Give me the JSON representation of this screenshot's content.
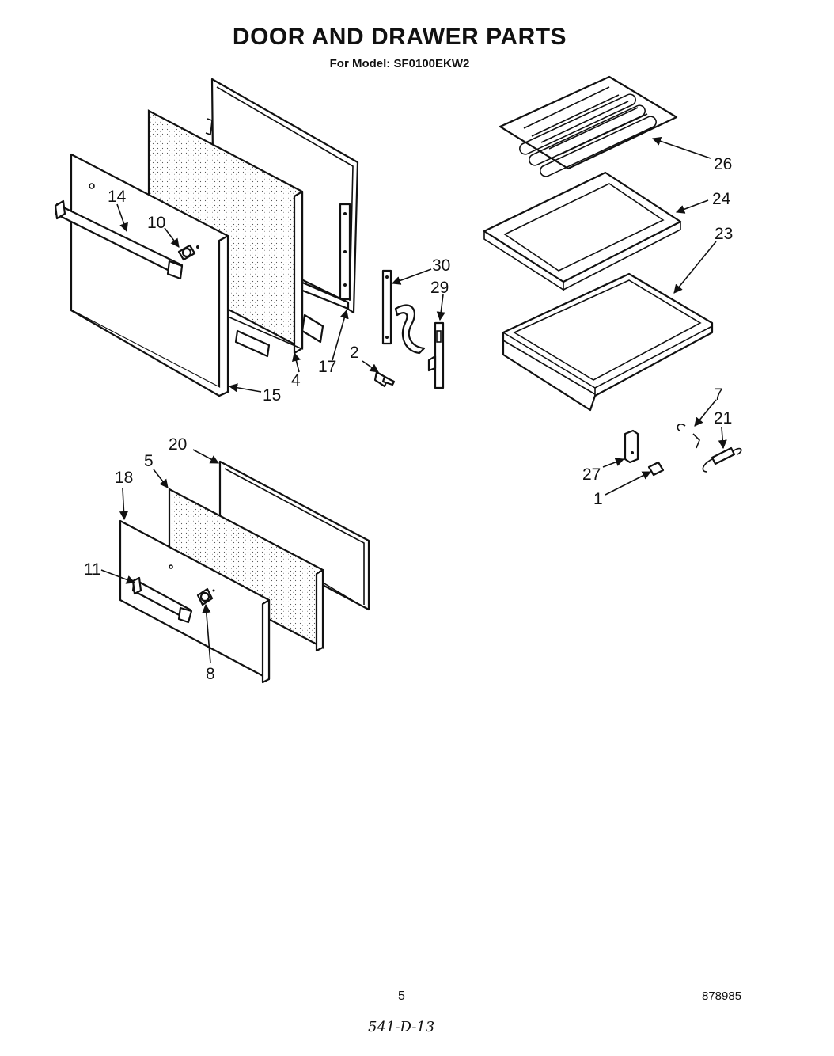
{
  "header": {
    "title": "DOOR AND DRAWER PARTS",
    "subtitle": "For Model: SF0100EKW2"
  },
  "footer": {
    "page_number": "5",
    "document_number": "878985",
    "handwritten_note": "541-D-13"
  },
  "callouts": {
    "c14": "14",
    "c10": "10",
    "c4": "4",
    "c15": "15",
    "c17": "17",
    "c2": "2",
    "c30": "30",
    "c29": "29",
    "c26": "26",
    "c24": "24",
    "c23": "23",
    "c7": "7",
    "c21": "21",
    "c27": "27",
    "c1": "1",
    "c20": "20",
    "c5": "5",
    "c18": "18",
    "c11": "11",
    "c8": "8"
  }
}
